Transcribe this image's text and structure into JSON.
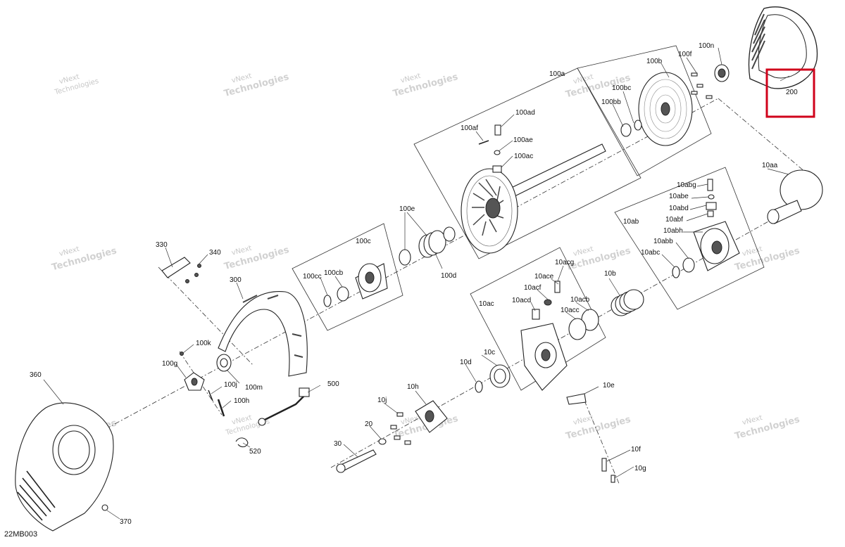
{
  "diagram_code": "22MB003",
  "watermark": {
    "line1": "vNext",
    "line2": "Technologies"
  },
  "highlight_label": "200",
  "callouts": {
    "c100a": "100a",
    "c100b": "100b",
    "c100f": "100f",
    "c100n": "100n",
    "c200": "200",
    "c100bc": "100bc",
    "c100bb": "100bb",
    "c100ad": "100ad",
    "c100af": "100af",
    "c100ae": "100ae",
    "c100ac": "100ac",
    "c10aa": "10aa",
    "c10abg": "10abg",
    "c10abe": "10abe",
    "c10abd": "10abd",
    "c10ab": "10ab",
    "c10abf": "10abf",
    "c10abh": "10abh",
    "c10abb": "10abb",
    "c10abc": "10abc",
    "c100e": "100e",
    "c100c": "100c",
    "c100d": "100d",
    "c100cc": "100cc",
    "c100cb": "100cb",
    "c330": "330",
    "c340": "340",
    "c300": "300",
    "c10acg": "10acg",
    "c10ace": "10ace",
    "c10acf": "10acf",
    "c10b": "10b",
    "c10ac": "10ac",
    "c10acd": "10acd",
    "c10acb": "10acb",
    "c10acc": "10acc",
    "c100k": "100k",
    "c100g": "100g",
    "c100j": "100j",
    "c100m": "100m",
    "c100h": "100h",
    "c500": "500",
    "c360": "360",
    "c10d": "10d",
    "c10c": "10c",
    "c10h": "10h",
    "c10j": "10j",
    "c10e": "10e",
    "c20": "20",
    "c30": "30",
    "c520": "520",
    "c10f": "10f",
    "c10g": "10g",
    "c370": "370"
  }
}
